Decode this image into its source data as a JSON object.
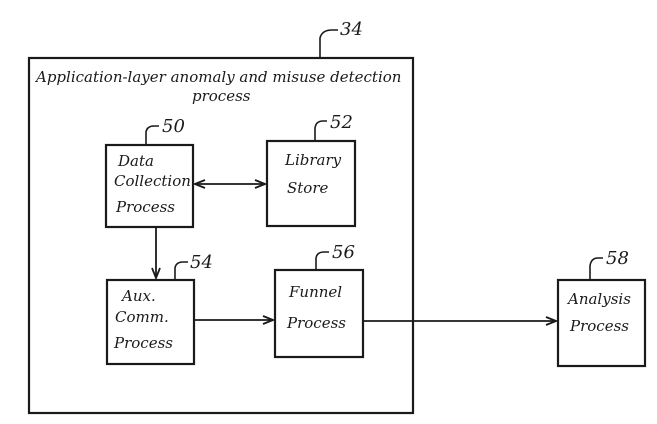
{
  "diagram": {
    "container": {
      "ref": "34",
      "title_lines": [
        "Application-layer anomaly and misuse detection",
        "process"
      ]
    },
    "boxes": [
      {
        "id": "data-collection",
        "ref": "50",
        "lines": [
          "Data",
          "Collection",
          "Process"
        ]
      },
      {
        "id": "library-store",
        "ref": "52",
        "lines": [
          "Library",
          "Store"
        ]
      },
      {
        "id": "aux-comm",
        "ref": "54",
        "lines": [
          "Aux.",
          "Comm.",
          "Process"
        ]
      },
      {
        "id": "funnel",
        "ref": "56",
        "lines": [
          "Funnel",
          "Process"
        ]
      },
      {
        "id": "analysis",
        "ref": "58",
        "lines": [
          "Analysis",
          "Process"
        ]
      }
    ],
    "connections": [
      {
        "from": "data-collection",
        "to": "library-store",
        "type": "bidirectional"
      },
      {
        "from": "data-collection",
        "to": "aux-comm",
        "type": "arrow"
      },
      {
        "from": "aux-comm",
        "to": "funnel",
        "type": "arrow"
      },
      {
        "from": "funnel",
        "to": "analysis",
        "type": "arrow"
      }
    ],
    "colors": {
      "ink": "#1a1a1a",
      "background": "#ffffff"
    }
  }
}
